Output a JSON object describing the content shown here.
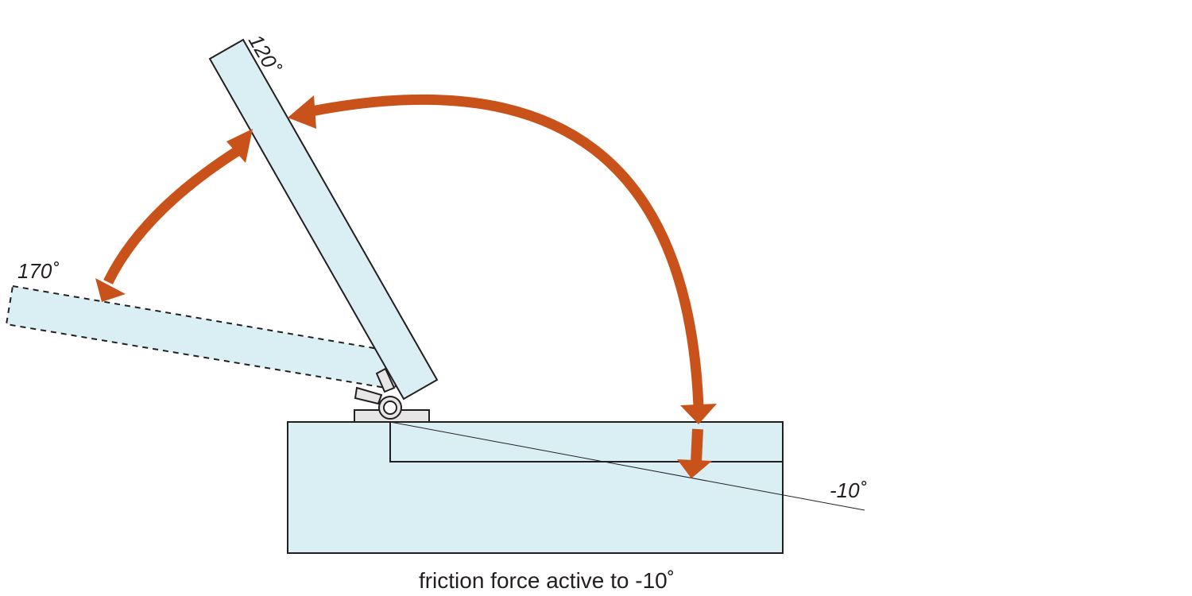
{
  "labels": {
    "open_120": "120˚",
    "open_170": "170˚",
    "minus_10": "-10˚"
  },
  "caption": "friction force active to -10˚",
  "colors": {
    "panel_fill": "#daeff4",
    "outline": "#231f20",
    "arrow": "#c8521a",
    "hinge_fill": "#e6e6e6"
  }
}
